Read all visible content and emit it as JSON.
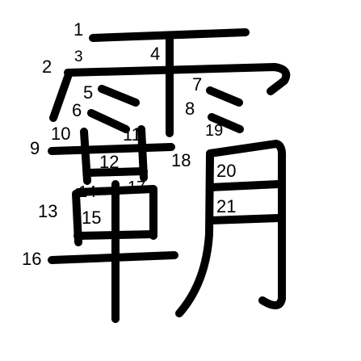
{
  "character": {
    "stroke_color": "#000000",
    "background_color": "#ffffff",
    "stroke_order_labels": [
      "1",
      "2",
      "3",
      "4",
      "5",
      "6",
      "7",
      "8",
      "9",
      "10",
      "11",
      "12",
      "13",
      "14",
      "15",
      "16",
      "17",
      "18",
      "19",
      "20",
      "21"
    ]
  }
}
